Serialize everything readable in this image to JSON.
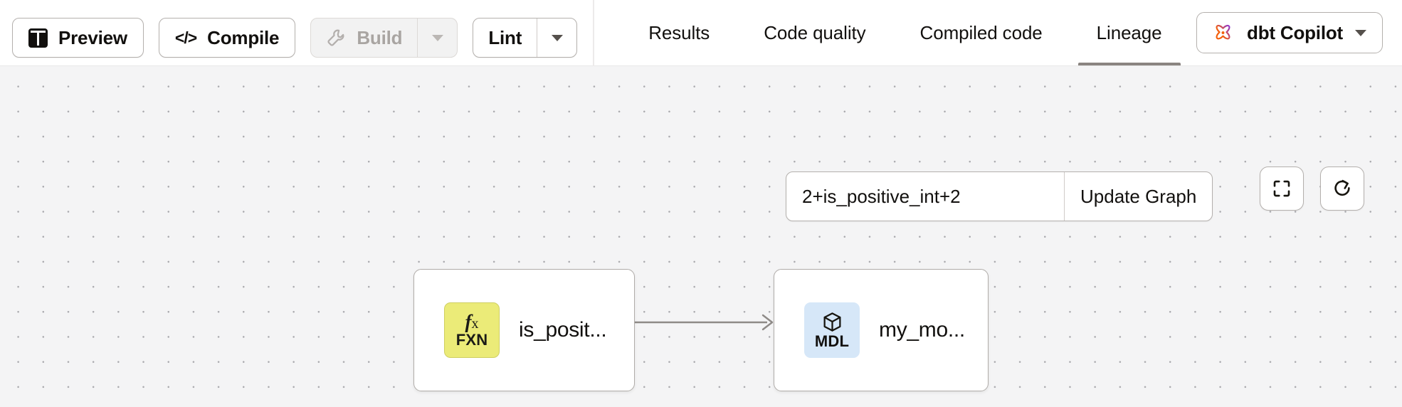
{
  "toolbar": {
    "preview": {
      "label": "Preview",
      "icon": "table-grid-icon",
      "disabled": false
    },
    "compile": {
      "label": "Compile",
      "icon": "code-brackets-icon",
      "disabled": false
    },
    "build": {
      "label": "Build",
      "icon": "wrench-icon",
      "disabled": true,
      "caret": "chevron-down-icon"
    },
    "lint": {
      "label": "Lint",
      "disabled": false,
      "caret": "chevron-down-icon"
    }
  },
  "tabs": [
    {
      "label": "Results",
      "active": false
    },
    {
      "label": "Code quality",
      "active": false
    },
    {
      "label": "Compiled code",
      "active": false
    },
    {
      "label": "Lineage",
      "active": true
    }
  ],
  "copilot": {
    "label": "dbt Copilot",
    "icon": "dbt-copilot-atom-icon",
    "caret": "chevron-down-icon"
  },
  "graph_controls": {
    "search_value": "2+is_positive_int+2",
    "search_placeholder": "",
    "update_label": "Update Graph",
    "fit_view_icon": "fullscreen-corners-icon",
    "reset_icon": "refresh-icon"
  },
  "lineage_graph": {
    "nodes": [
      {
        "id": "is_positive_int",
        "label": "is_posit...",
        "badge_type": "FXN",
        "badge_glyph": "fx",
        "badge_icon": "function-icon",
        "badge_color": "#ebeb78"
      },
      {
        "id": "my_model",
        "label": "my_mo...",
        "badge_type": "MDL",
        "badge_icon": "cube-icon",
        "badge_color": "#d6e7f8"
      }
    ],
    "edges": [
      {
        "from": "is_positive_int",
        "to": "my_model",
        "arrow": "arrow-right-icon"
      }
    ]
  },
  "theme": {
    "accent_active_tab": "#8a8480",
    "canvas_bg": "#f4f4f5",
    "canvas_dot": "#a9a9ad",
    "border": "#b4b0ad",
    "text": "#12100e",
    "disabled_text": "#a9a5a2",
    "fxn_badge": "#ebeb78",
    "mdl_badge": "#d6e7f8",
    "edge": "#8e8a87"
  }
}
